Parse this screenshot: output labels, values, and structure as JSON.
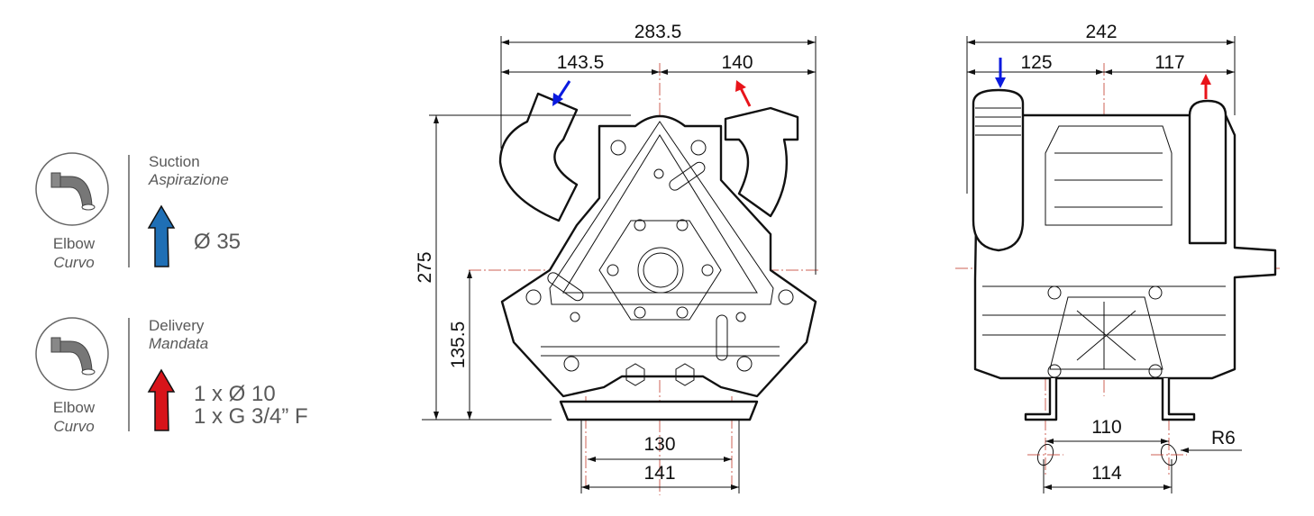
{
  "legend": {
    "suction": {
      "title": "Suction",
      "title_it": "Aspirazione",
      "fitting": "Elbow",
      "fitting_it": "Curvo",
      "size": "Ø 35",
      "arrow_color": "#1f6fb5"
    },
    "delivery": {
      "title": "Delivery",
      "title_it": "Mandata",
      "fitting": "Elbow",
      "fitting_it": "Curvo",
      "size_1": "1 x Ø 10",
      "size_2": "1 x G 3/4” F",
      "arrow_color": "#d7141a"
    }
  },
  "front_view": {
    "overall_width": "283.5",
    "left_width": "143.5",
    "right_width": "140",
    "overall_height": "275",
    "shaft_height": "135.5",
    "base_inner": "130",
    "base_outer": "141"
  },
  "side_view": {
    "overall_width": "242",
    "left_width": "125",
    "right_width": "117",
    "foot_hole_inner": "110",
    "foot_hole_outer": "114",
    "hole_radius": "R6"
  },
  "colors": {
    "suction": "#0a1adf",
    "delivery": "#e8141a",
    "centerline": "#c0392b"
  }
}
